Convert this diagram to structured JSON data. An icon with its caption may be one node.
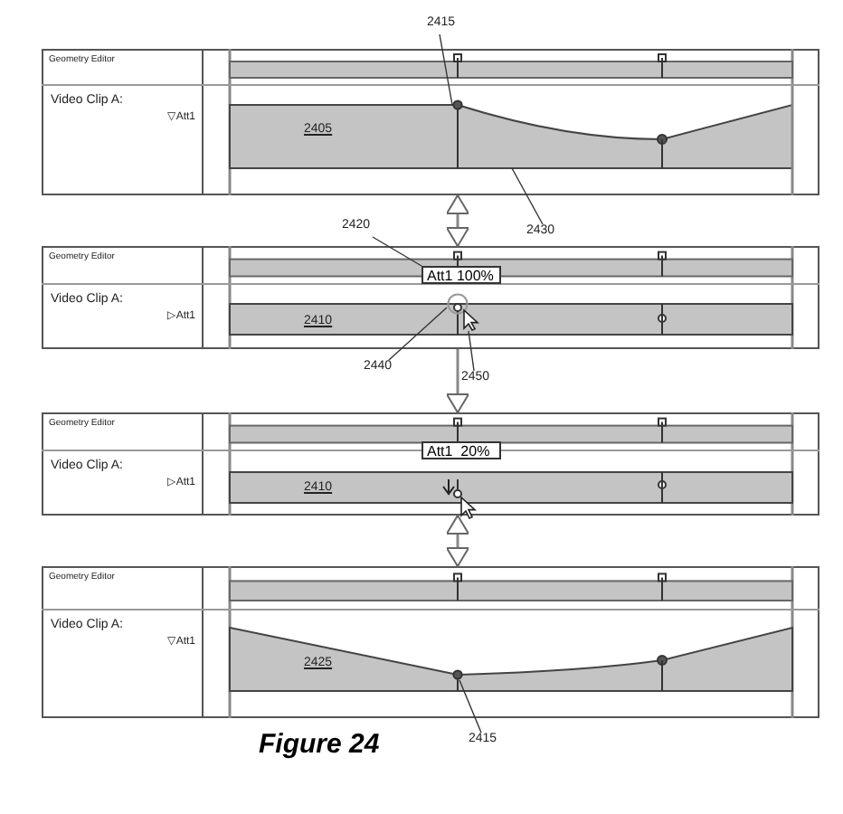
{
  "diagram": {
    "caption": "Figure 24",
    "nodes": [
      {
        "text": [
          "2415"
        ]
      },
      {
        "text": [
          "Geometry Editor",
          "Video Clip A:",
          "▽Att1",
          "2405"
        ]
      },
      {
        "text": [],
        "shape": "circle",
        "in": 1
      },
      {
        "text": [],
        "shape": "area",
        "in": 1
      },
      {
        "text": [
          "2430"
        ]
      },
      {
        "text": [
          "2420"
        ]
      },
      {
        "text": [
          "Geometry Editor",
          "Video Clip A:",
          "▷Att1",
          "2410"
        ]
      },
      {
        "text": [
          "Att1 100%"
        ],
        "in": 6
      },
      {
        "text": [],
        "shape": "circle",
        "in": 6
      },
      {
        "text": [],
        "shape": "cursor",
        "in": 6
      },
      {
        "text": [
          "2440"
        ]
      },
      {
        "text": [
          "2450"
        ]
      },
      {
        "text": [
          "Geometry Editor",
          "Video Clip A:",
          "▷Att1",
          "2410"
        ]
      },
      {
        "text": [
          "Att1  20%"
        ],
        "in": 12
      },
      {
        "text": [
          "Geometry Editor",
          "Video Clip A:",
          "▽Att1",
          "2425"
        ]
      },
      {
        "text": [],
        "shape": "circle",
        "in": 14
      },
      {
        "text": [
          "2415"
        ]
      }
    ],
    "edges": [
      {
        "from": 0,
        "to": 2,
        "arrow": "none"
      },
      {
        "from": 4,
        "to": 3,
        "arrow": "none"
      },
      {
        "from": 5,
        "to": 7,
        "arrow": "none"
      },
      {
        "from": 10,
        "to": 8,
        "arrow": "none"
      },
      {
        "from": 11,
        "to": 9,
        "arrow": "none"
      },
      {
        "from": 16,
        "to": 15,
        "arrow": "none"
      },
      {
        "from": 1,
        "to": 6,
        "arrow": "both"
      },
      {
        "from": 6,
        "to": 12,
        "arrow": "to"
      },
      {
        "from": 12,
        "to": 14,
        "arrow": "both"
      }
    ]
  }
}
